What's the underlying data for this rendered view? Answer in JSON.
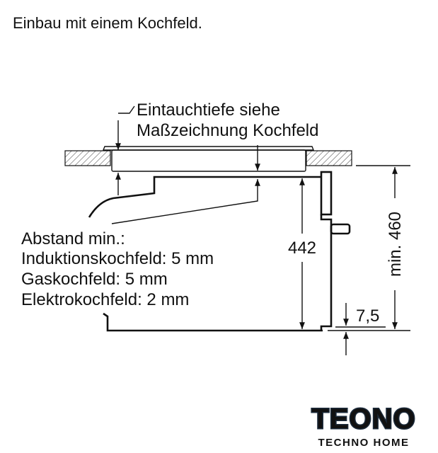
{
  "title": "Einbau mit einem Kochfeld.",
  "annotation_top": [
    "Eintauchtiefe siehe",
    "Maßzeichnung Kochfeld"
  ],
  "annotation_left": [
    "Abstand min.:",
    "Induktionskochfeld: 5 mm",
    "Gaskochfeld: 5 mm",
    "Elektrokochfeld: 2 mm"
  ],
  "dimensions": {
    "height": "442",
    "min_height": "min. 460",
    "offset": "7,5"
  },
  "logo": {
    "name": "TEONO",
    "tagline": "TECHNO HOME",
    "colors": {
      "dark": "#1b2a3a",
      "blue": "#4aa8e0",
      "silver": "#c8ccd0"
    }
  }
}
